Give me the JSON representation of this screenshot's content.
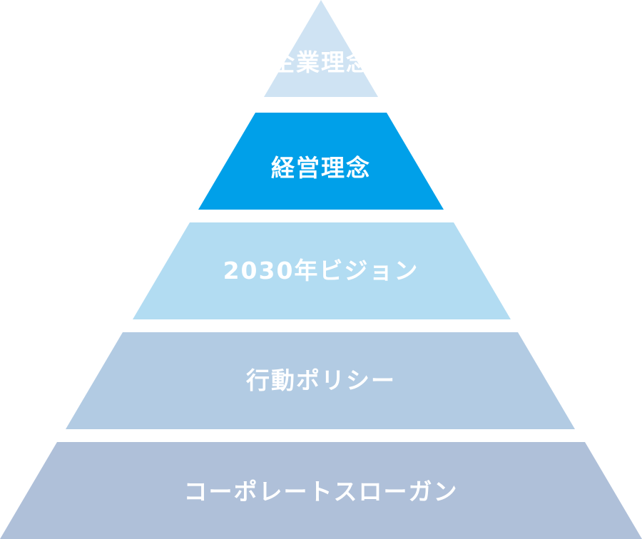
{
  "pyramid": {
    "tiers": [
      {
        "label": "企業理念",
        "color": "#cfe3f3"
      },
      {
        "label": "経営理念",
        "color": "#00a0e9"
      },
      {
        "label": "2030年ビジョン",
        "color": "#b2dcf2"
      },
      {
        "label": "行動ポリシー",
        "color": "#b2cbe3"
      },
      {
        "label": "コーポレートスローガン",
        "color": "#afc0d9"
      }
    ]
  }
}
